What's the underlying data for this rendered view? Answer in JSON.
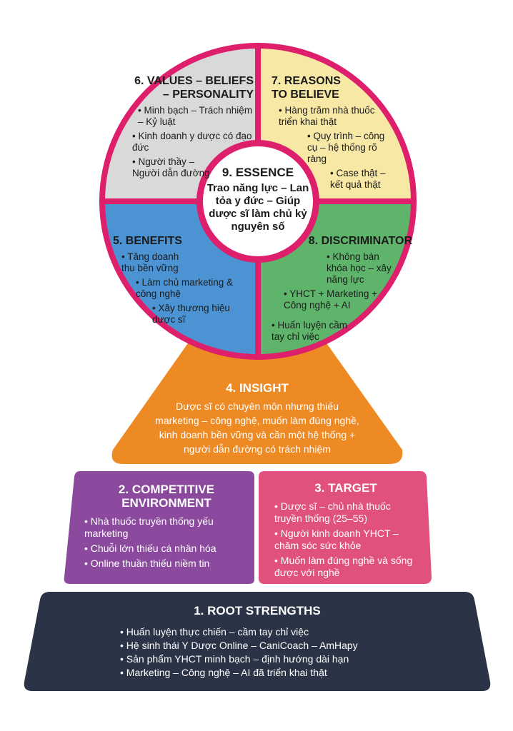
{
  "colors": {
    "ring": "#de1f6c",
    "values": "#d9d9d9",
    "reasons": "#f8e8a6",
    "benefits": "#4b93d2",
    "discriminator": "#5fb46b",
    "insight": "#ee8a23",
    "competitive": "#8b4a9d",
    "target": "#e0527d",
    "root": "#2b3346"
  },
  "essence": {
    "title": "9. ESSENCE",
    "text": "Trao năng lực – Lan tỏa y đức – Giúp dược sĩ làm chủ kỷ nguyên số"
  },
  "values": {
    "title": "6. VALUES – BELIEFS – PERSONALITY",
    "items": [
      "Minh bạch – Trách nhiệm – Kỷ luật",
      "Kinh doanh y dược có đạo đức",
      "Người thầy – Người dẫn đường"
    ]
  },
  "reasons": {
    "title": "7. REASONS TO BELIEVE",
    "items": [
      "Hàng trăm nhà thuốc triển khai thật",
      "Quy trình – công cụ – hệ thống rõ ràng",
      "Case thật – kết quả thật"
    ]
  },
  "benefits": {
    "title": "5. BENEFITS",
    "items": [
      "Tăng doanh thu bền vững",
      "Làm chủ marketing & công nghệ",
      "Xây thương hiệu dược sĩ"
    ]
  },
  "discriminator": {
    "title": "8. DISCRIMINATOR",
    "items": [
      "Không bán khóa học – xây năng lực",
      "YHCT + Marketing + Công nghệ + AI",
      "Huấn luyện cầm tay chỉ việc"
    ]
  },
  "insight": {
    "title": "4. INSIGHT",
    "text": "Dược sĩ có chuyên môn nhưng thiếu marketing – công nghệ, muốn làm đúng nghề, kinh doanh bền vững và cần một hệ thống + người dẫn đường có trách nhiệm"
  },
  "competitive": {
    "title": "2. COMPETITIVE ENVIRONMENT",
    "items": [
      "Nhà thuốc truyền thống yếu marketing",
      "Chuỗi lớn thiếu cá nhân hóa",
      "Online thuần thiếu niềm tin"
    ]
  },
  "target": {
    "title": "3. TARGET",
    "items": [
      "Dược sĩ – chủ nhà thuốc truyền thống (25–55)",
      "Người kinh doanh YHCT – chăm sóc sức khỏe",
      "Muốn làm đúng nghề và sống được với nghề"
    ]
  },
  "root": {
    "title": "1. ROOT STRENGTHS",
    "items": [
      "Huấn luyện thực chiến – cầm tay chỉ việc",
      "Hệ sinh thái Y Dược Online – CaniCoach – AmHapy",
      "Sản phẩm YHCT minh bạch – định hướng dài hạn",
      "Marketing – Công nghệ – AI đã triển khai thật"
    ]
  }
}
